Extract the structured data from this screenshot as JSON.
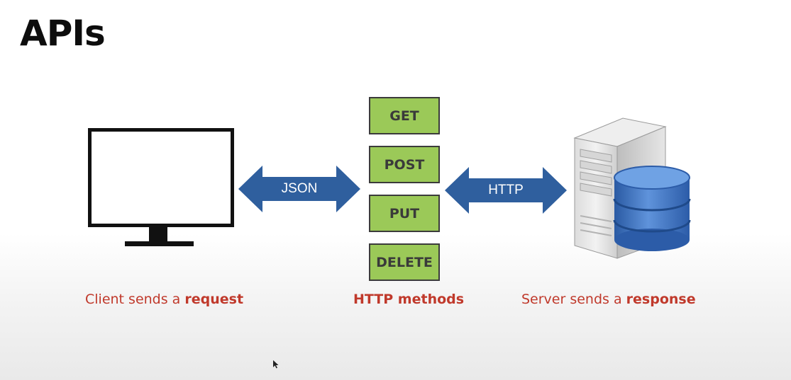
{
  "title": "APIs",
  "client": {
    "caption_prefix": "Client sends a ",
    "caption_bold": "request"
  },
  "left_arrow": {
    "label": "JSON"
  },
  "methods": {
    "items": [
      "GET",
      "POST",
      "PUT",
      "DELETE"
    ],
    "caption": "HTTP methods"
  },
  "right_arrow": {
    "label": "HTTP"
  },
  "server": {
    "caption_prefix": "Server sends a ",
    "caption_bold": "response"
  },
  "colors": {
    "arrow_blue": "#2f5f9e",
    "method_green": "#9bc958",
    "caption_red": "#c0392b",
    "database_blue": "#3f74c2"
  }
}
